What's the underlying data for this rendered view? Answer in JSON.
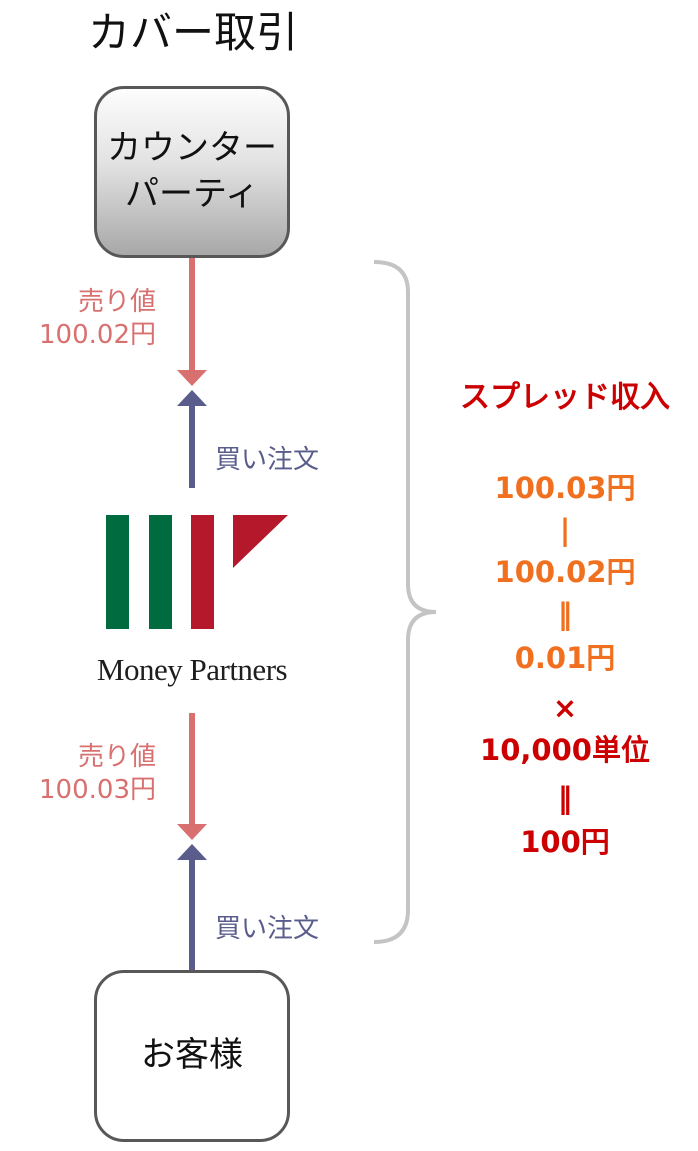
{
  "title": "カバー取引",
  "counterparty": "カウンター\nパーティ",
  "customer": "お客様",
  "upper": {
    "sell_label": "売り値\n100.02円",
    "buy_label": "買い注文"
  },
  "lower": {
    "sell_label": "売り値\n100.03円",
    "buy_label": "買い注文"
  },
  "logo": {
    "text": "Money Partners",
    "colors": {
      "green": "#006b3f",
      "red": "#b5182b"
    }
  },
  "spread": {
    "title": "スプレッド収入",
    "lines": [
      {
        "text": "100.03円",
        "tone": "orange"
      },
      {
        "text": "|",
        "tone": "orange"
      },
      {
        "text": "100.02円",
        "tone": "orange"
      },
      {
        "text": "‖",
        "tone": "orange"
      },
      {
        "text": "0.01円",
        "tone": "orange"
      },
      {
        "text": "×",
        "tone": "red"
      },
      {
        "text": "10,000単位",
        "tone": "red"
      },
      {
        "text": "‖",
        "tone": "red"
      },
      {
        "text": "100円",
        "tone": "red"
      }
    ]
  },
  "colors": {
    "sell_arrow": "#d97070",
    "buy_arrow": "#5a5c8c",
    "brace": "#c4c4c4",
    "spread_orange": "#f07020",
    "spread_red": "#cc0000"
  }
}
